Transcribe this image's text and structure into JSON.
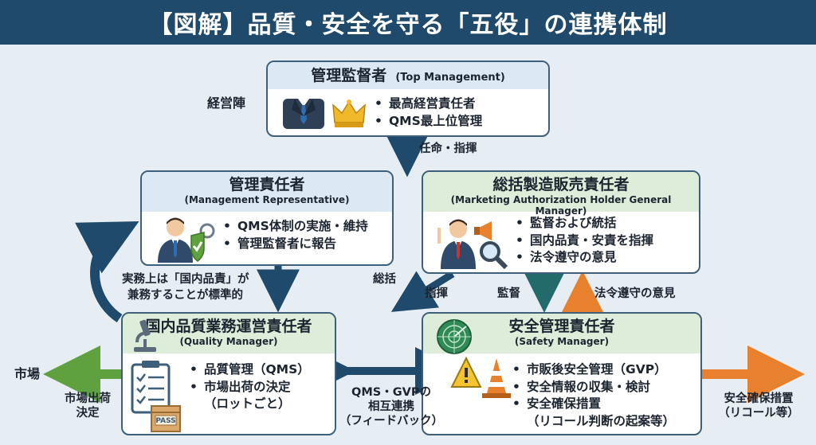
{
  "title": "【図解】品質・安全を守る「五役」の連携体制",
  "side_label": "経営陣",
  "top_manager": {
    "title": "管理監督者",
    "title_en": "(Top Management)",
    "bullets": [
      "最高経営責任者",
      "QMS最上位管理"
    ]
  },
  "mgmt_rep": {
    "title": "管理責任者",
    "title_en": "(Management Representative)",
    "bullets": [
      "QMS体制の実施・維持",
      "管理監督者に報告"
    ]
  },
  "gm": {
    "title": "総括製造販売責任者",
    "title_en": "(Marketing Authorization Holder General Manager)",
    "bullets": [
      "監督および統括",
      "国内品責・安責を指揮",
      "法令遵守の意見"
    ]
  },
  "quality": {
    "title": "国内品質業務運営責任者",
    "title_en": "(Quality Manager)",
    "bullets": [
      "品質管理（QMS）",
      "市場出荷の決定",
      "（ロットごと）"
    ],
    "pass_text": "PASS"
  },
  "safety": {
    "title": "安全管理責任者",
    "title_en": "(Safety Manager)",
    "bullets": [
      "市販後安全管理（GVP）",
      "安全情報の収集・検討",
      "安全確保措置",
      "（リコール判断の起案等）"
    ]
  },
  "labels": {
    "appoint": "任命・指揮",
    "concurrent_1": "実務上は「国内品責」が",
    "concurrent_2": "兼務することが標準的",
    "summarize": "総括",
    "command": "指揮",
    "supervise": "監督",
    "compliance": "法令遵守の意見",
    "market": "市場",
    "release_1": "市場出荷",
    "release_2": "決定",
    "mutual_1": "QMS・GVPの",
    "mutual_2": "相互連携",
    "mutual_3": "（フィードバック）",
    "safety_measures_1": "安全確保措置",
    "safety_measures_2": "（リコール等）"
  },
  "colors": {
    "navy": "#1f4a6b",
    "green": "#5fa13e",
    "orange": "#e8812e",
    "blue_header": "#dce9f4",
    "green_header": "#deedd9"
  }
}
